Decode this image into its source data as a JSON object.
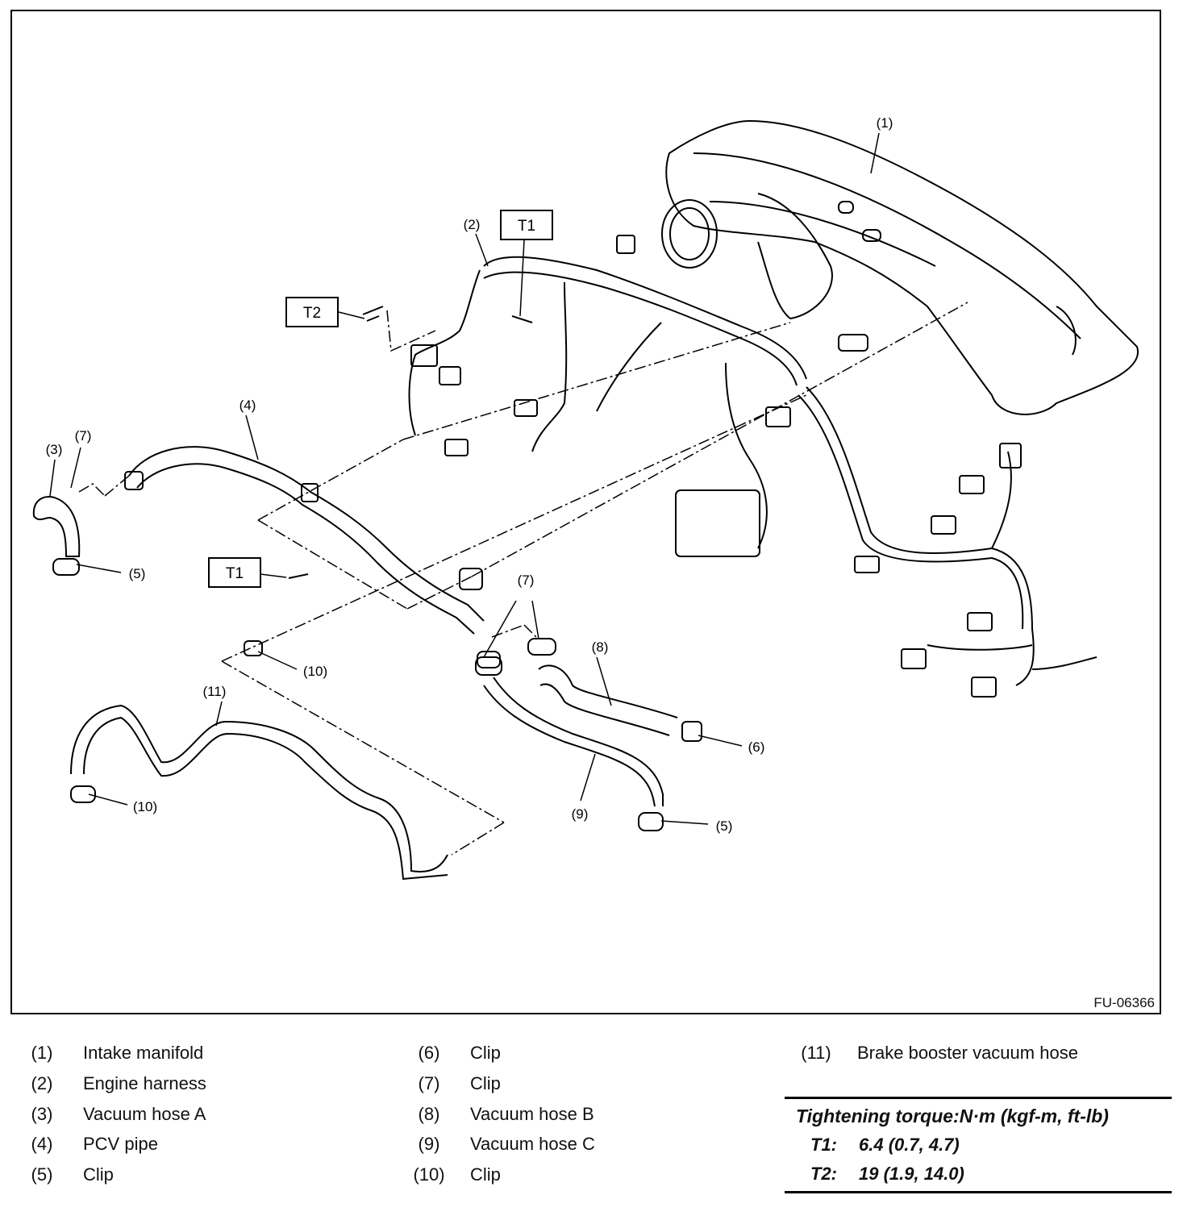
{
  "figure_id": "FU-06366",
  "torque_boxes": {
    "t1": "T1",
    "t2": "T2"
  },
  "callouts": {
    "c1": "(1)",
    "c2": "(2)",
    "c3": "(3)",
    "c4": "(4)",
    "c5": "(5)",
    "c6": "(6)",
    "c7": "(7)",
    "c8": "(8)",
    "c9": "(9)",
    "c10": "(10)",
    "c11": "(11)"
  },
  "legend": [
    {
      "num": "(1)",
      "label": "Intake manifold"
    },
    {
      "num": "(2)",
      "label": "Engine harness"
    },
    {
      "num": "(3)",
      "label": "Vacuum hose A"
    },
    {
      "num": "(4)",
      "label": "PCV pipe"
    },
    {
      "num": "(5)",
      "label": "Clip"
    },
    {
      "num": "(6)",
      "label": "Clip"
    },
    {
      "num": "(7)",
      "label": "Clip"
    },
    {
      "num": "(8)",
      "label": "Vacuum hose B"
    },
    {
      "num": "(9)",
      "label": "Vacuum hose C"
    },
    {
      "num": "(10)",
      "label": "Clip"
    },
    {
      "num": "(11)",
      "label": "Brake booster vacuum hose"
    }
  ],
  "torque": {
    "title": "Tightening torque:N·m (kgf-m, ft-lb)",
    "rows": [
      {
        "key": "T1:",
        "value": "6.4 (0.7, 4.7)"
      },
      {
        "key": "T2:",
        "value": "19 (1.9, 14.0)"
      }
    ]
  }
}
